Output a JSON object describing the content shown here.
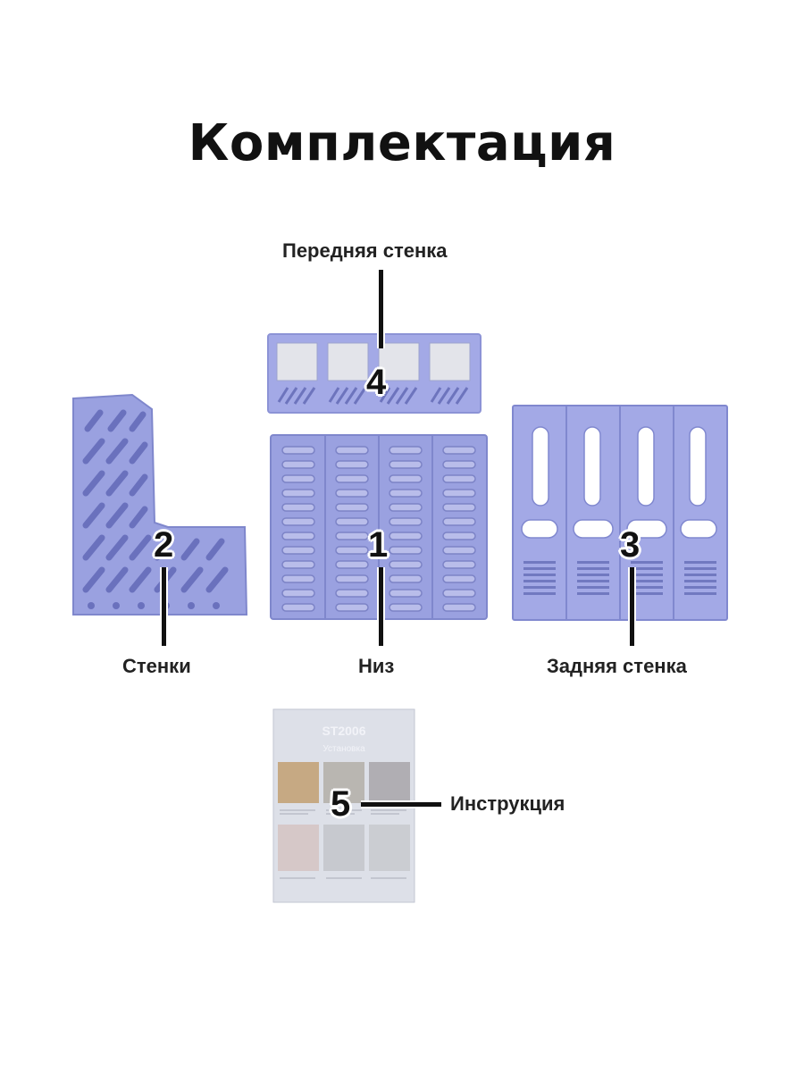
{
  "title": "Комплектация",
  "parts": [
    {
      "number": "1",
      "label": "Низ"
    },
    {
      "number": "2",
      "label": "Стенки"
    },
    {
      "number": "3",
      "label": "Задняя стенка"
    },
    {
      "number": "4",
      "label": "Передняя стенка"
    },
    {
      "number": "5",
      "label": "Инструкция"
    }
  ],
  "manual": {
    "model": "ST2006",
    "subtitle": "Установка"
  },
  "colors": {
    "plastic": "#9aa1e0",
    "plastic_dark": "#7f87cc",
    "paper": "#dde0e8"
  }
}
